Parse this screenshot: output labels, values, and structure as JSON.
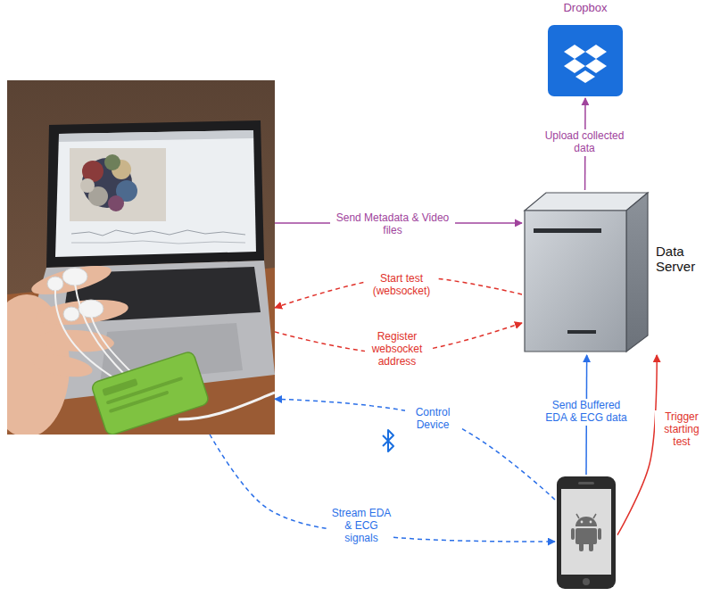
{
  "diagram": {
    "nodes": [
      {
        "text": [
          "Dropbox"
        ]
      },
      {
        "text": []
      },
      {
        "text": [
          "Data Server"
        ]
      },
      {
        "text": []
      }
    ],
    "edges": [
      {
        "from": 1,
        "to": 2,
        "label": "Send Metadata & Video files",
        "arrow": "to"
      },
      {
        "from": 2,
        "to": 0,
        "label": "Upload collected data",
        "arrow": "to"
      },
      {
        "from": 2,
        "to": 1,
        "label": "Start test (websocket)",
        "arrow": "to"
      },
      {
        "from": 1,
        "to": 2,
        "label": "Register websocket address",
        "arrow": "to"
      },
      {
        "from": 3,
        "to": 1,
        "label": "Control Device",
        "arrow": "to"
      },
      {
        "from": 1,
        "to": 3,
        "label": "Stream EDA & ECG signals",
        "arrow": "to"
      },
      {
        "from": 3,
        "to": 2,
        "label": "Send Buffered EDA & ECG data",
        "arrow": "to"
      },
      {
        "from": 3,
        "to": 2,
        "label": "Trigger starting test",
        "arrow": "to"
      }
    ]
  }
}
